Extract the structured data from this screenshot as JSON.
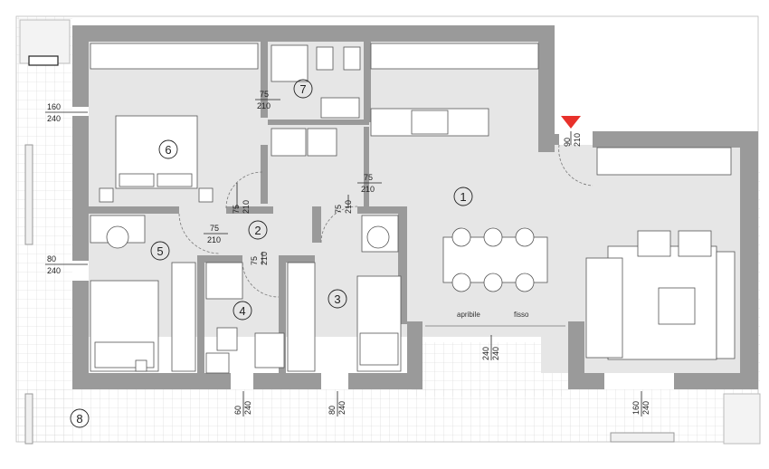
{
  "rooms": [
    {
      "id": "1",
      "label": "1"
    },
    {
      "id": "2",
      "label": "2"
    },
    {
      "id": "3",
      "label": "3"
    },
    {
      "id": "4",
      "label": "4"
    },
    {
      "id": "5",
      "label": "5"
    },
    {
      "id": "6",
      "label": "6"
    },
    {
      "id": "7",
      "label": "7"
    },
    {
      "id": "8",
      "label": "8"
    }
  ],
  "openings": [
    {
      "id": "win-bed6",
      "top": "160",
      "bottom": "240"
    },
    {
      "id": "win-room5",
      "top": "80",
      "bottom": "240"
    },
    {
      "id": "door-bath7",
      "top": "75",
      "bottom": "210"
    },
    {
      "id": "door-bed6",
      "top": "75",
      "bottom": "210"
    },
    {
      "id": "door-room5",
      "top": "75",
      "bottom": "210"
    },
    {
      "id": "door-room3",
      "top": "75",
      "bottom": "210"
    },
    {
      "id": "door-bath4",
      "top": "75",
      "bottom": "210"
    },
    {
      "id": "door-living",
      "top": "75",
      "bottom": "210"
    },
    {
      "id": "entry",
      "top": "90",
      "bottom": "210"
    },
    {
      "id": "win-bath4",
      "top": "60",
      "bottom": "240"
    },
    {
      "id": "win-room3",
      "top": "80",
      "bottom": "240"
    },
    {
      "id": "slider-living",
      "top": "240",
      "bottom": "240"
    },
    {
      "id": "win-living",
      "top": "160",
      "bottom": "240"
    }
  ],
  "slider_labels": {
    "left": "apribile",
    "right": "fisso"
  },
  "colors": {
    "floor": "#e6e6e6",
    "wall": "#9a9a9a",
    "terrace": "#ffffff",
    "entry_marker": "#e8312b",
    "furniture": "#ffffff"
  }
}
